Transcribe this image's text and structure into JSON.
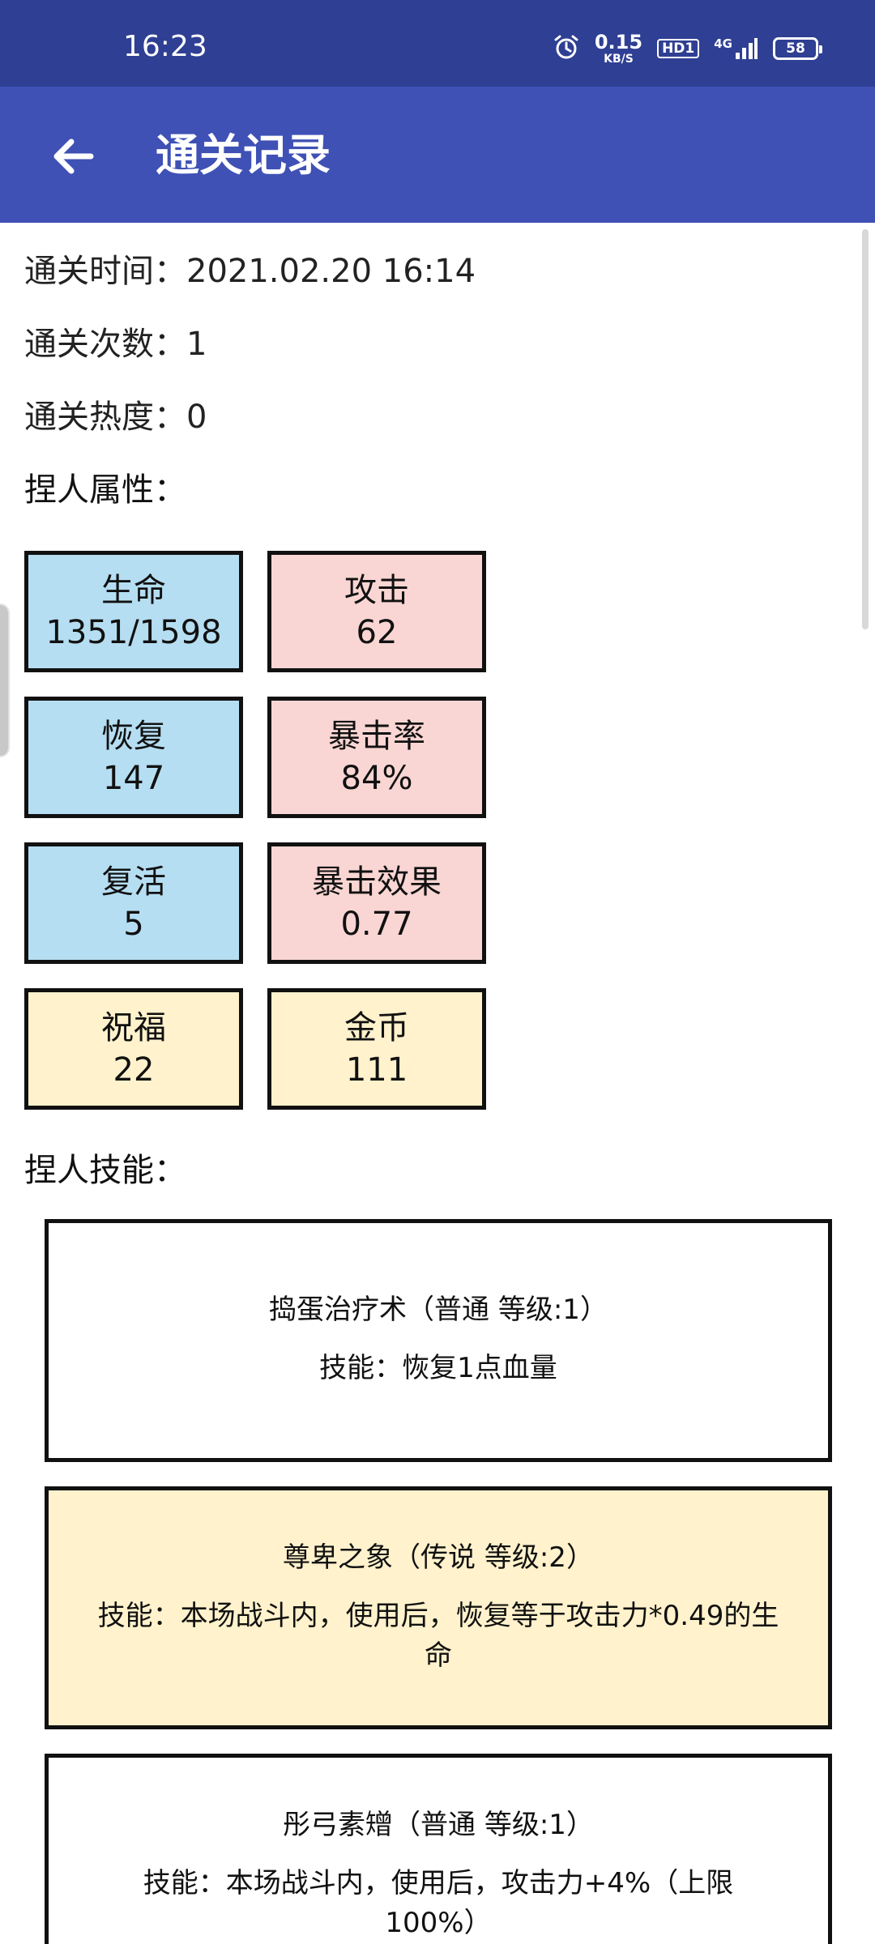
{
  "status_bar": {
    "time": "16:23",
    "net_speed_value": "0.15",
    "net_speed_unit": "KB/S",
    "hd_label": "HD1",
    "signal_label": "4G",
    "battery_level": "58"
  },
  "app_bar": {
    "title": "通关记录"
  },
  "info": {
    "clear_time_label": "通关时间：",
    "clear_time_value": "2021.02.20 16:14",
    "clear_count_label": "通关次数：",
    "clear_count_value": "1",
    "heat_label": "通关热度：",
    "heat_value": "0",
    "attributes_label": "捏人属性：",
    "skills_label": "捏人技能："
  },
  "stats": [
    {
      "name": "生命",
      "value": "1351/1598"
    },
    {
      "name": "攻击",
      "value": "62"
    },
    {
      "name": "恢复",
      "value": "147"
    },
    {
      "name": "暴击率",
      "value": "84%"
    },
    {
      "name": "复活",
      "value": "5"
    },
    {
      "name": "暴击效果",
      "value": "0.77"
    },
    {
      "name": "祝福",
      "value": "22"
    },
    {
      "name": "金币",
      "value": "111"
    }
  ],
  "skills": [
    {
      "title": "捣蛋治疗术（普通 等级:1）",
      "desc": "技能：恢复1点血量"
    },
    {
      "title": "尊卑之象（传说 等级:2）",
      "desc": "技能：本场战斗内，使用后，恢复等于攻击力*0.49的生命"
    },
    {
      "title": "彤弓素矰（普通 等级:1）",
      "desc": "技能：本场战斗内，使用后，攻击力+4%（上限100%）"
    }
  ],
  "colors": {
    "status_bar": "#2f3f93",
    "app_bar": "#3f51b5",
    "stat_blue": "#b6def2",
    "stat_pink": "#f9d6d3",
    "stat_yellow": "#fff2cc"
  }
}
